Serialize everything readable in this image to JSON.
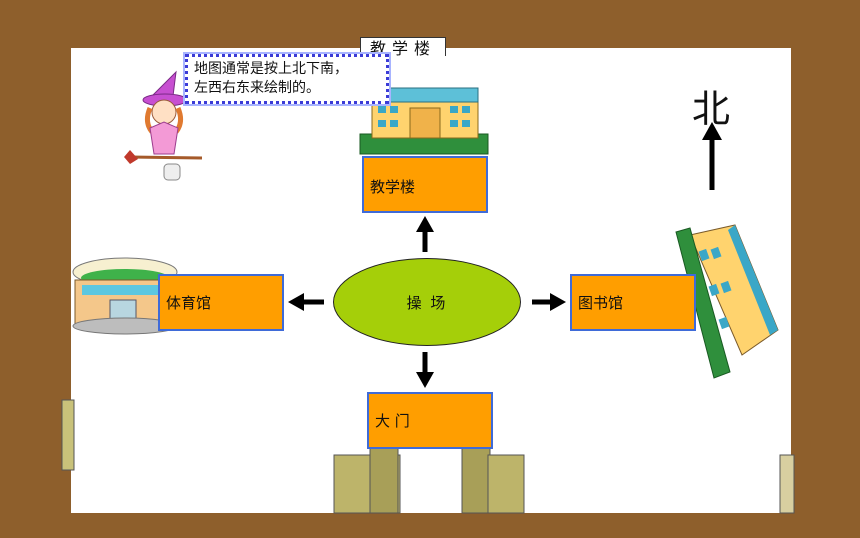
{
  "note": {
    "line1": "地图通常是按上北下南，",
    "line2": "左西右东来绘制的。"
  },
  "top_tab_label": "教学楼",
  "compass": {
    "label": "北"
  },
  "center": {
    "label": "操 场"
  },
  "nodes": {
    "north": "教学楼",
    "west": "体育馆",
    "east": "图书馆",
    "south": "大 门"
  },
  "colors": {
    "background": "#8e5f2c",
    "box_fill": "#ff9e00",
    "box_border": "#3f6bd8",
    "center_fill": "#a5cf09",
    "note_border": "#3b3bd6"
  }
}
